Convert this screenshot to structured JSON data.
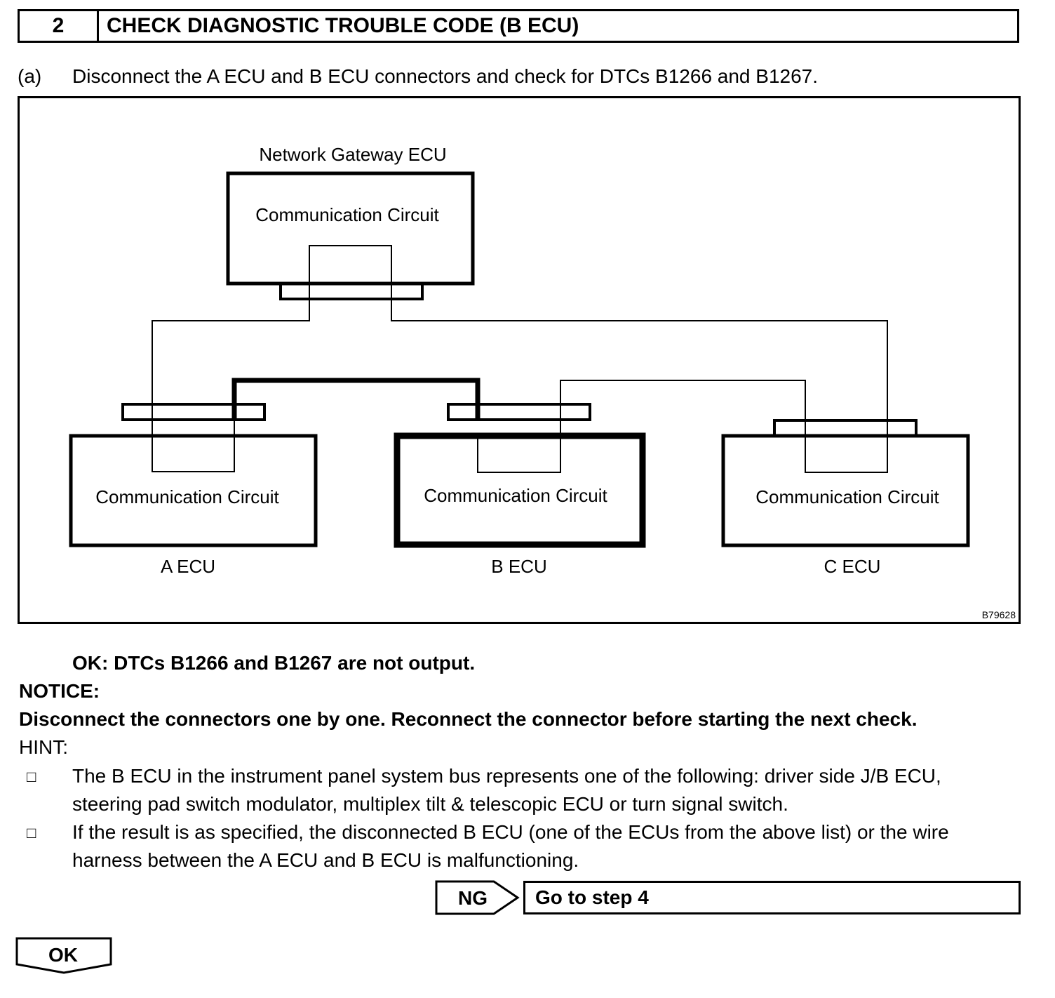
{
  "step": {
    "number": "2",
    "title": "CHECK DIAGNOSTIC TROUBLE CODE (B ECU)"
  },
  "instruction": {
    "letter": "(a)",
    "text": "Disconnect the A ECU and B ECU connectors and check for DTCs B1266 and B1267."
  },
  "diagram": {
    "gateway_label": "Network Gateway ECU",
    "circuit_label": "Communication Circuit",
    "ecu_a_label": "A ECU",
    "ecu_b_label": "B ECU",
    "ecu_c_label": "C ECU",
    "figure_id": "B79628"
  },
  "result": {
    "ok_text": "OK: DTCs B1266 and B1267 are not output."
  },
  "notice": {
    "label": "NOTICE:",
    "text": "Disconnect the connectors one by one. Reconnect the connector before starting the next check."
  },
  "hint": {
    "label": "HINT:",
    "bullet": "□",
    "items": [
      {
        "line1": "The B ECU in the instrument panel system bus represents one of the following: driver side J/B ECU,",
        "line2": "steering pad switch modulator, multiplex tilt & telescopic ECU or turn signal switch."
      },
      {
        "line1": "If the result is as specified, the disconnected B ECU (one of the ECUs from the above list) or the wire",
        "line2": "harness between the A ECU and B ECU is malfunctioning."
      }
    ]
  },
  "flow": {
    "ng_label": "NG",
    "ng_action": "Go to step 4",
    "ok_label": "OK"
  }
}
